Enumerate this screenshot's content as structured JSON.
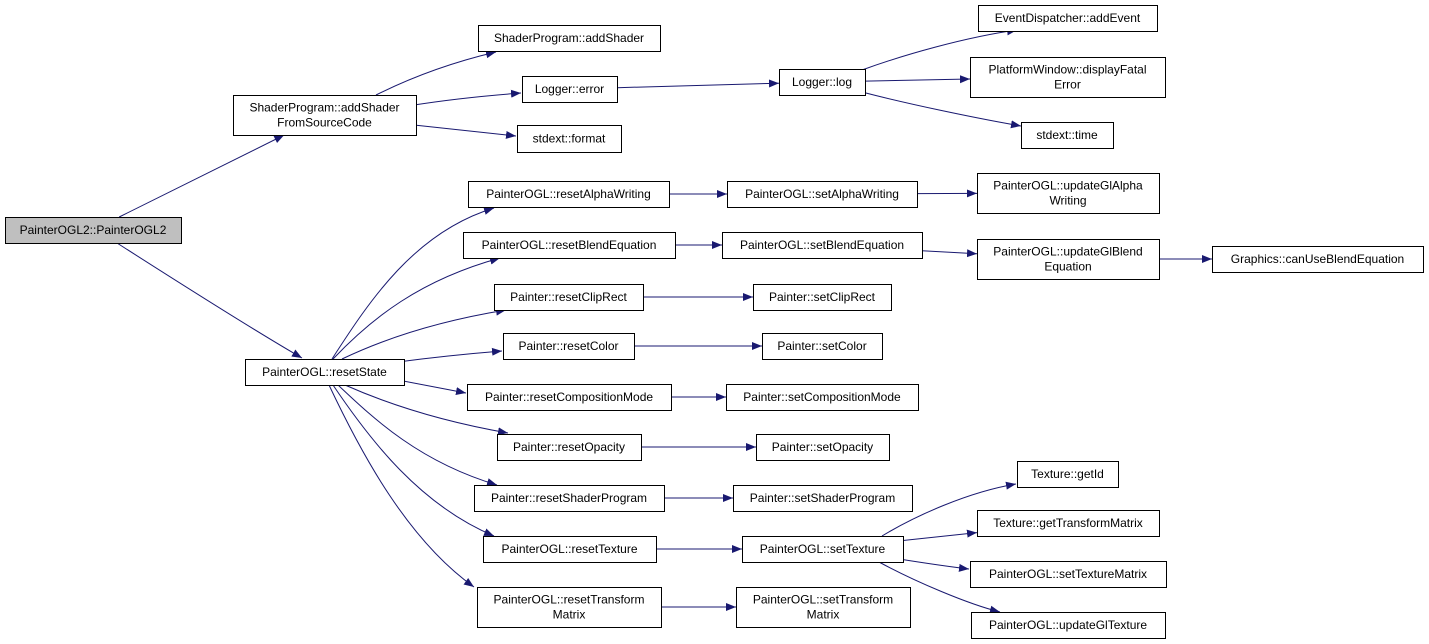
{
  "colors": {
    "edge": "#191970",
    "node_border": "#000000",
    "node_fill": "#ffffff",
    "root_fill": "#bfbfbf"
  },
  "nodes": [
    {
      "id": "root",
      "lines": [
        "PainterOGL2::PainterOGL2"
      ],
      "root": true
    },
    {
      "id": "addShaderFromSource",
      "lines": [
        "ShaderProgram::addShader",
        "FromSourceCode"
      ]
    },
    {
      "id": "addShader",
      "lines": [
        "ShaderProgram::addShader"
      ]
    },
    {
      "id": "loggerError",
      "lines": [
        "Logger::error"
      ]
    },
    {
      "id": "stdextFormat",
      "lines": [
        "stdext::format"
      ]
    },
    {
      "id": "loggerLog",
      "lines": [
        "Logger::log"
      ]
    },
    {
      "id": "addEvent",
      "lines": [
        "EventDispatcher::addEvent"
      ]
    },
    {
      "id": "displayFatal",
      "lines": [
        "PlatformWindow::displayFatal",
        "Error"
      ]
    },
    {
      "id": "stdextTime",
      "lines": [
        "stdext::time"
      ]
    },
    {
      "id": "resetState",
      "lines": [
        "PainterOGL::resetState"
      ]
    },
    {
      "id": "resetAlphaWriting",
      "lines": [
        "PainterOGL::resetAlphaWriting"
      ]
    },
    {
      "id": "setAlphaWriting",
      "lines": [
        "PainterOGL::setAlphaWriting"
      ]
    },
    {
      "id": "updateGlAlpha",
      "lines": [
        "PainterOGL::updateGlAlpha",
        "Writing"
      ]
    },
    {
      "id": "resetBlendEquation",
      "lines": [
        "PainterOGL::resetBlendEquation"
      ]
    },
    {
      "id": "setBlendEquation",
      "lines": [
        "PainterOGL::setBlendEquation"
      ]
    },
    {
      "id": "updateGlBlend",
      "lines": [
        "PainterOGL::updateGlBlend",
        "Equation"
      ]
    },
    {
      "id": "canUseBlend",
      "lines": [
        "Graphics::canUseBlendEquation"
      ]
    },
    {
      "id": "resetClipRect",
      "lines": [
        "Painter::resetClipRect"
      ]
    },
    {
      "id": "setClipRect",
      "lines": [
        "Painter::setClipRect"
      ]
    },
    {
      "id": "resetColor",
      "lines": [
        "Painter::resetColor"
      ]
    },
    {
      "id": "setColor",
      "lines": [
        "Painter::setColor"
      ]
    },
    {
      "id": "resetComposition",
      "lines": [
        "Painter::resetCompositionMode"
      ]
    },
    {
      "id": "setComposition",
      "lines": [
        "Painter::setCompositionMode"
      ]
    },
    {
      "id": "resetOpacity",
      "lines": [
        "Painter::resetOpacity"
      ]
    },
    {
      "id": "setOpacity",
      "lines": [
        "Painter::setOpacity"
      ]
    },
    {
      "id": "resetShader",
      "lines": [
        "Painter::resetShaderProgram"
      ]
    },
    {
      "id": "setShader",
      "lines": [
        "Painter::setShaderProgram"
      ]
    },
    {
      "id": "resetTexture",
      "lines": [
        "PainterOGL::resetTexture"
      ]
    },
    {
      "id": "setTexture",
      "lines": [
        "PainterOGL::setTexture"
      ]
    },
    {
      "id": "getId",
      "lines": [
        "Texture::getId"
      ]
    },
    {
      "id": "getTransformMatrix",
      "lines": [
        "Texture::getTransformMatrix"
      ]
    },
    {
      "id": "setTextureMatrix",
      "lines": [
        "PainterOGL::setTextureMatrix"
      ]
    },
    {
      "id": "updateGlTexture",
      "lines": [
        "PainterOGL::updateGlTexture"
      ]
    },
    {
      "id": "resetTransform",
      "lines": [
        "PainterOGL::resetTransform",
        "Matrix"
      ]
    },
    {
      "id": "setTransform",
      "lines": [
        "PainterOGL::setTransform",
        "Matrix"
      ]
    }
  ],
  "edges": [
    [
      "root",
      "addShaderFromSource"
    ],
    [
      "root",
      "resetState"
    ],
    [
      "addShaderFromSource",
      "addShader"
    ],
    [
      "addShaderFromSource",
      "loggerError"
    ],
    [
      "addShaderFromSource",
      "stdextFormat"
    ],
    [
      "loggerError",
      "loggerLog"
    ],
    [
      "loggerLog",
      "addEvent"
    ],
    [
      "loggerLog",
      "displayFatal"
    ],
    [
      "loggerLog",
      "stdextTime"
    ],
    [
      "resetState",
      "resetAlphaWriting"
    ],
    [
      "resetState",
      "resetBlendEquation"
    ],
    [
      "resetState",
      "resetClipRect"
    ],
    [
      "resetState",
      "resetColor"
    ],
    [
      "resetState",
      "resetComposition"
    ],
    [
      "resetState",
      "resetOpacity"
    ],
    [
      "resetState",
      "resetShader"
    ],
    [
      "resetState",
      "resetTexture"
    ],
    [
      "resetState",
      "resetTransform"
    ],
    [
      "resetAlphaWriting",
      "setAlphaWriting"
    ],
    [
      "setAlphaWriting",
      "updateGlAlpha"
    ],
    [
      "resetBlendEquation",
      "setBlendEquation"
    ],
    [
      "setBlendEquation",
      "updateGlBlend"
    ],
    [
      "updateGlBlend",
      "canUseBlend"
    ],
    [
      "resetClipRect",
      "setClipRect"
    ],
    [
      "resetColor",
      "setColor"
    ],
    [
      "resetComposition",
      "setComposition"
    ],
    [
      "resetOpacity",
      "setOpacity"
    ],
    [
      "resetShader",
      "setShader"
    ],
    [
      "resetTexture",
      "setTexture"
    ],
    [
      "setTexture",
      "getId"
    ],
    [
      "setTexture",
      "getTransformMatrix"
    ],
    [
      "setTexture",
      "setTextureMatrix"
    ],
    [
      "setTexture",
      "updateGlTexture"
    ],
    [
      "resetTransform",
      "setTransform"
    ]
  ]
}
